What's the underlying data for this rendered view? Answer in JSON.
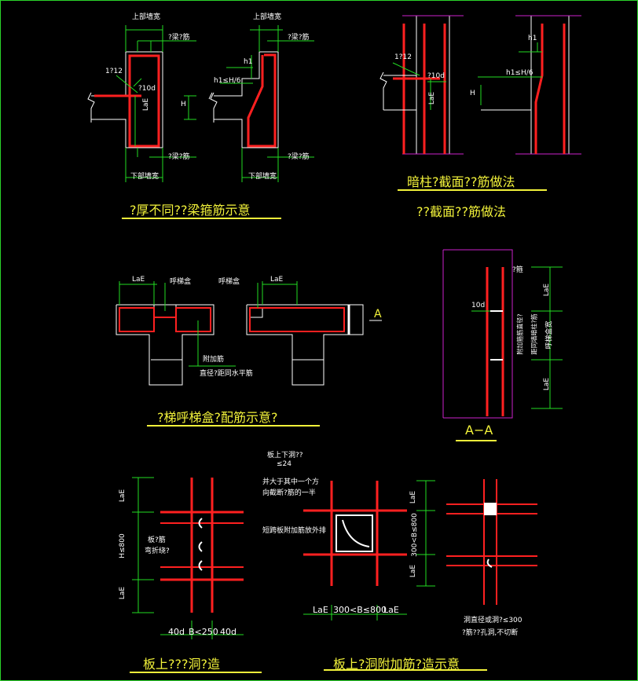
{
  "titles": {
    "t1": "?厚不同??梁箍筋示意",
    "t2": "暗柱?截面??筋做法",
    "t3": "??截面??筋做法",
    "t4": "?梯呼梯盒?配筋示意?",
    "t5": "A−A",
    "t6": "板上???洞?造",
    "t7": "板上?洞附加筋?造示意"
  },
  "labels": {
    "upper_wall_thick": "上部墙宽",
    "lower_wall_thick": "下部墙宽",
    "stirrup": "?梁?筋",
    "bar_1d12": "1?12",
    "bar_10d": "?10d",
    "lae": "LaE",
    "h": "H",
    "h1": "h1",
    "h1_le": "h1≤H/6",
    "d10": "10d",
    "box_name": "呼梯盒",
    "add_bar": "附加筋",
    "straight_note": "直径?距同水平筋",
    "section_a": "A",
    "a_stirrup": "?箍",
    "a_note1": "附加箍筋直径?",
    "a_note2": "距同墙暗柱?筋",
    "a_box": "呼梯盒宽",
    "h800": "H≤800",
    "slab_note1": "板上下洞??",
    "slab_note2": "≤24",
    "slab_note3": "并大于其中一个方",
    "slab_note4": "向截断?筋的一半",
    "short_note": "短跨板附加筋放外排",
    "bend_note1": "板?筋",
    "bend_note2": "弯折绕?",
    "b_300_800": "300<B≤800",
    "b_le_250": "40d  B<250  40d",
    "d40a": "40d",
    "d40b": "40d",
    "b250": "B<250",
    "hole_note1": "洞直径或洞?≤300",
    "hole_note2": "?筋??孔洞,不切断"
  }
}
